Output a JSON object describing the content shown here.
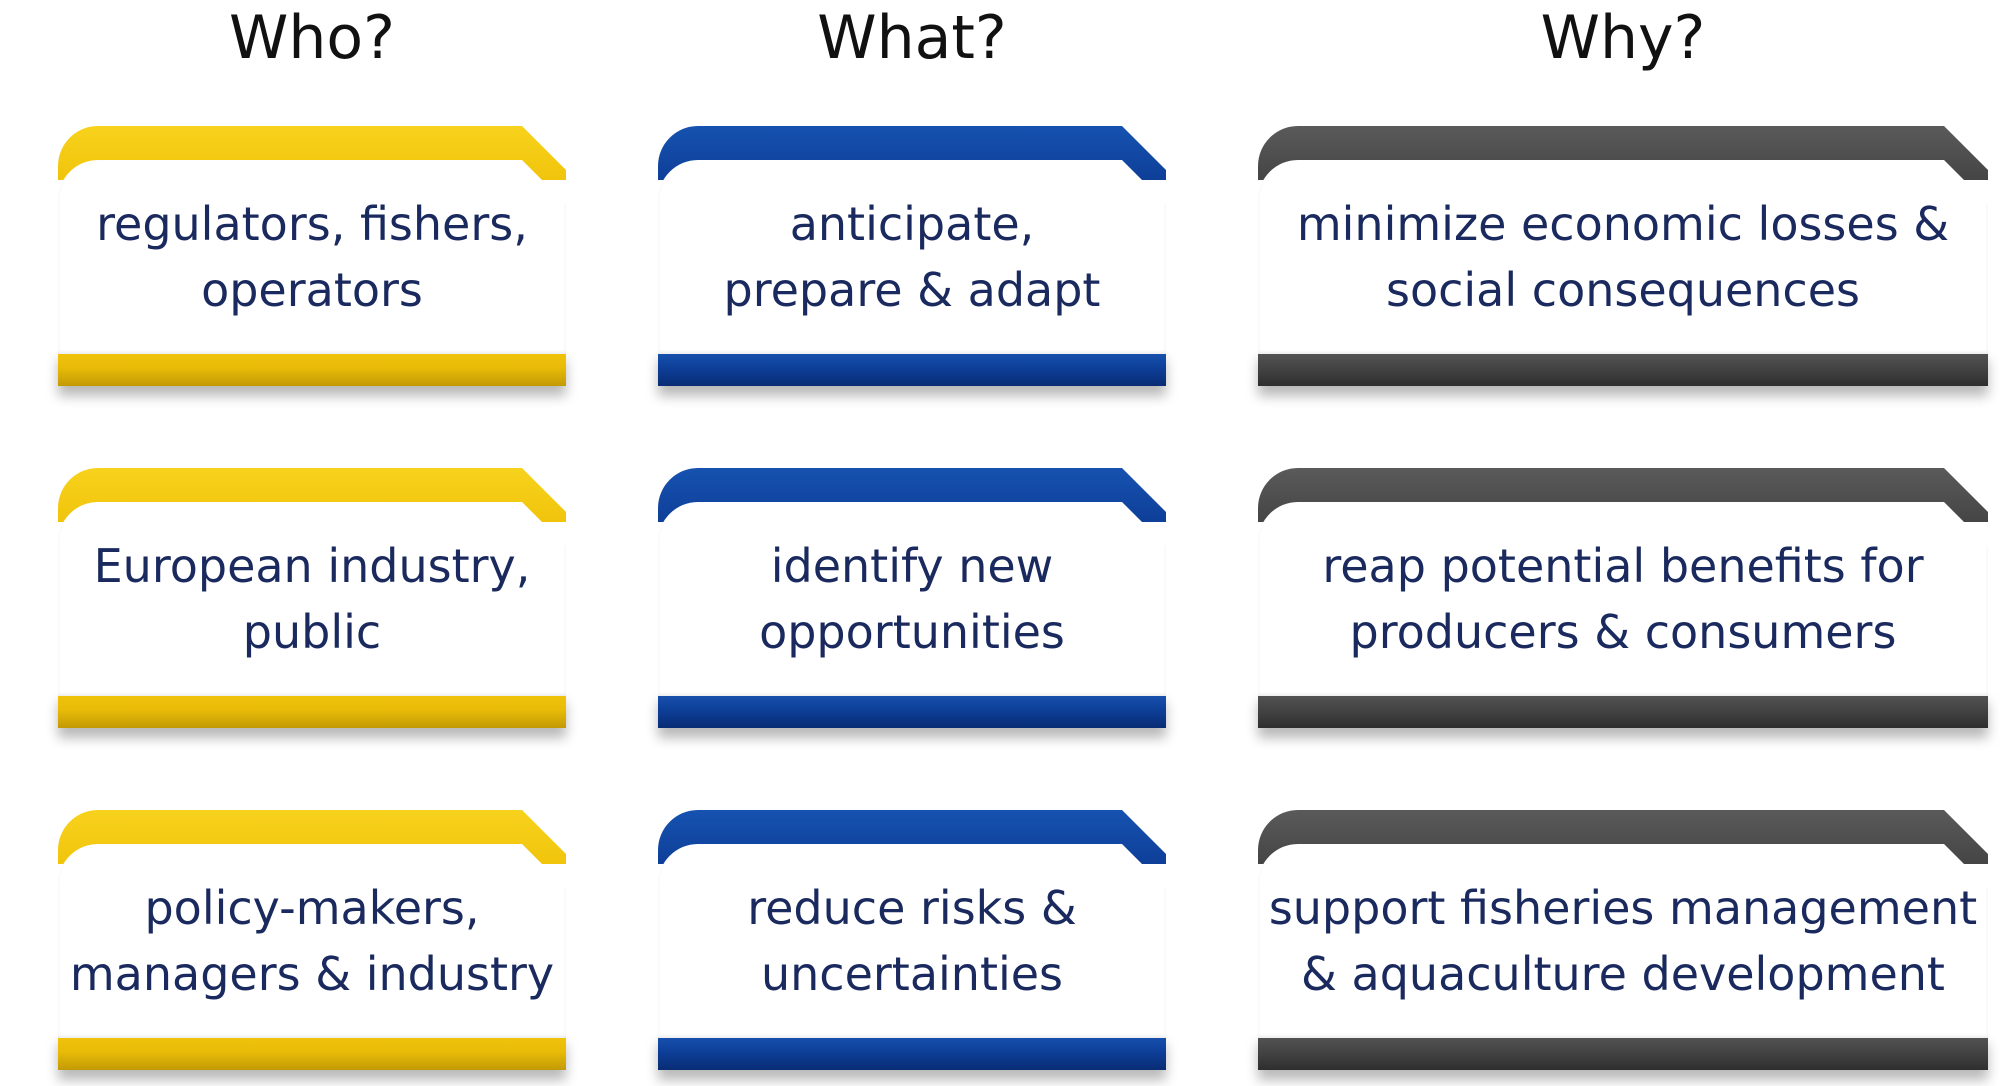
{
  "headers": {
    "who": "Who?",
    "what": "What?",
    "why": "Why?"
  },
  "colors": {
    "who": "#f1c40c",
    "what": "#0e3f99",
    "why": "#454545",
    "text": "#1a2a5e"
  },
  "who": [
    {
      "line1": "regulators, fishers,",
      "line2": "operators"
    },
    {
      "line1": "European industry,",
      "line2": "public"
    },
    {
      "line1": "policy-makers,",
      "line2": "managers & industry"
    }
  ],
  "what": [
    {
      "line1": "anticipate,",
      "line2": "prepare & adapt"
    },
    {
      "line1": "identify new",
      "line2": "opportunities"
    },
    {
      "line1": "reduce risks &",
      "line2": "uncertainties"
    }
  ],
  "why": [
    {
      "line1": "minimize economic losses &",
      "line2": "social consequences"
    },
    {
      "line1": "reap potential benefits for",
      "line2": "producers & consumers"
    },
    {
      "line1": "support fisheries management",
      "line2": "& aquaculture development"
    }
  ]
}
